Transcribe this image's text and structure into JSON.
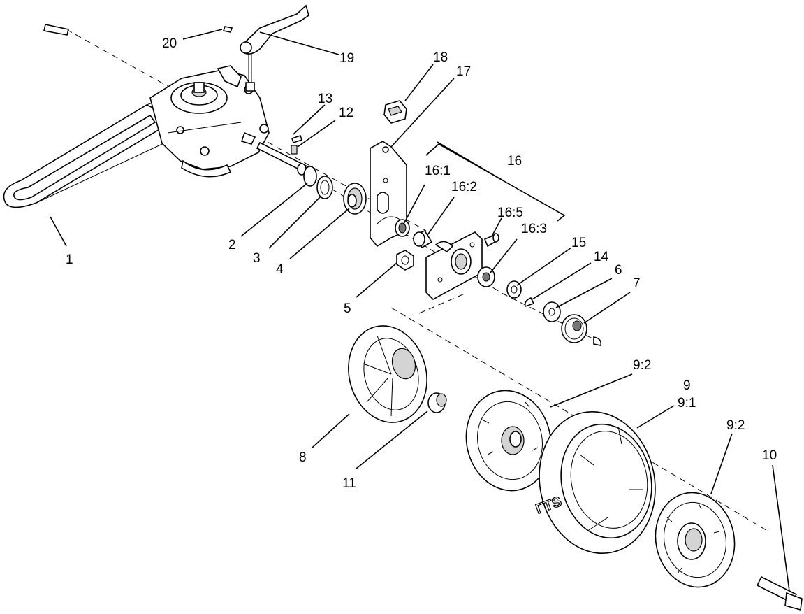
{
  "callouts": {
    "c1": "1",
    "c2": "2",
    "c3": "3",
    "c4": "4",
    "c5": "5",
    "c6": "6",
    "c7": "7",
    "c8": "8",
    "c9": "9",
    "c9_1": "9:1",
    "c9_2a": "9:2",
    "c9_2b": "9:2",
    "c10": "10",
    "c11": "11",
    "c12": "12",
    "c13": "13",
    "c14": "14",
    "c15": "15",
    "c16": "16",
    "c16_1": "16:1",
    "c16_2": "16:2",
    "c16_3": "16:3",
    "c16_5": "16:5",
    "c17": "17",
    "c18": "18",
    "c19": "19",
    "c20": "20"
  },
  "text": {
    "tire_mark": "ΓTS"
  }
}
